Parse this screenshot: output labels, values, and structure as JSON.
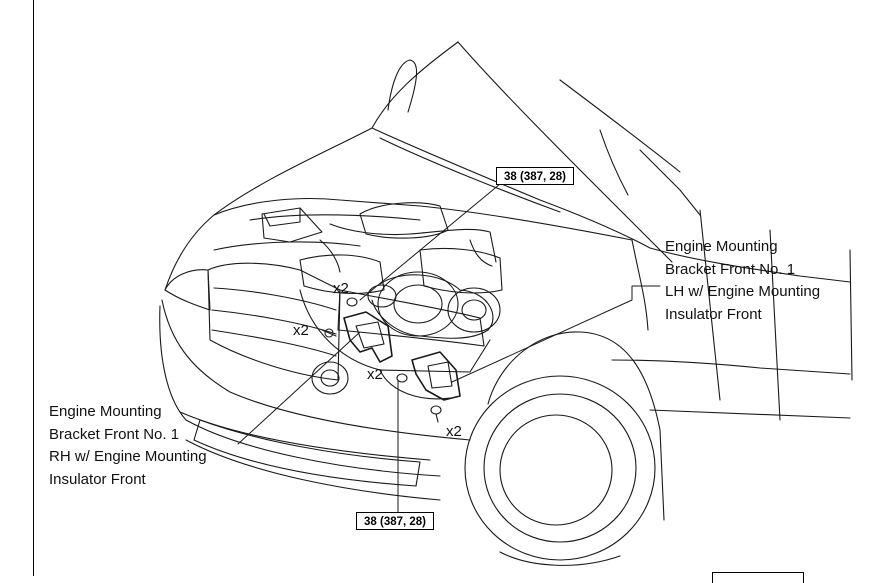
{
  "callouts": {
    "lh_bracket": [
      "Engine Mounting",
      "Bracket Front No. 1",
      "LH w/ Engine Mounting",
      "Insulator Front"
    ],
    "rh_bracket": [
      "Engine Mounting",
      "Bracket Front No. 1",
      "RH w/ Engine Mounting",
      "Insulator Front"
    ]
  },
  "torque_specs": {
    "top": "38 (387, 28)",
    "bottom": "38 (387, 28)"
  },
  "quantity_marks": {
    "top_bolts": "x2",
    "rh_nuts": "x2",
    "center_bolts": "x2",
    "lh_bolts": "x2"
  }
}
